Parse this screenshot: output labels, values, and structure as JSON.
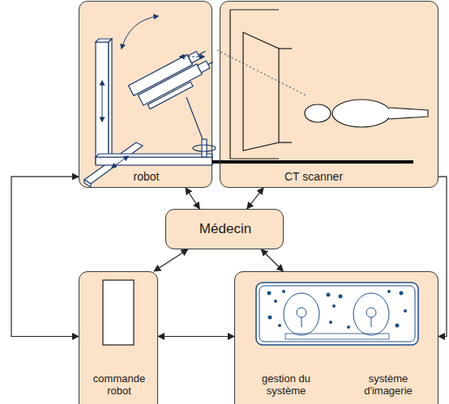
{
  "diagram": {
    "nodes": [
      {
        "text": [
          "robot"
        ]
      },
      {
        "text": [
          "CT scanner"
        ]
      },
      {
        "text": [
          "Médecin"
        ]
      },
      {
        "text": [
          "commande robot"
        ]
      },
      {
        "text": [
          "gestion du système",
          "système d'imagerie"
        ]
      }
    ],
    "edges": [
      {
        "from": 0,
        "to": 2,
        "arrow": "both"
      },
      {
        "from": 1,
        "to": 2,
        "arrow": "both"
      },
      {
        "from": 2,
        "to": 3,
        "arrow": "both"
      },
      {
        "from": 2,
        "to": 4,
        "arrow": "both"
      },
      {
        "from": 3,
        "to": 4,
        "arrow": "both"
      },
      {
        "from": 0,
        "to": 3,
        "arrow": "both"
      },
      {
        "from": 1,
        "to": 4,
        "arrow": "to"
      }
    ]
  }
}
